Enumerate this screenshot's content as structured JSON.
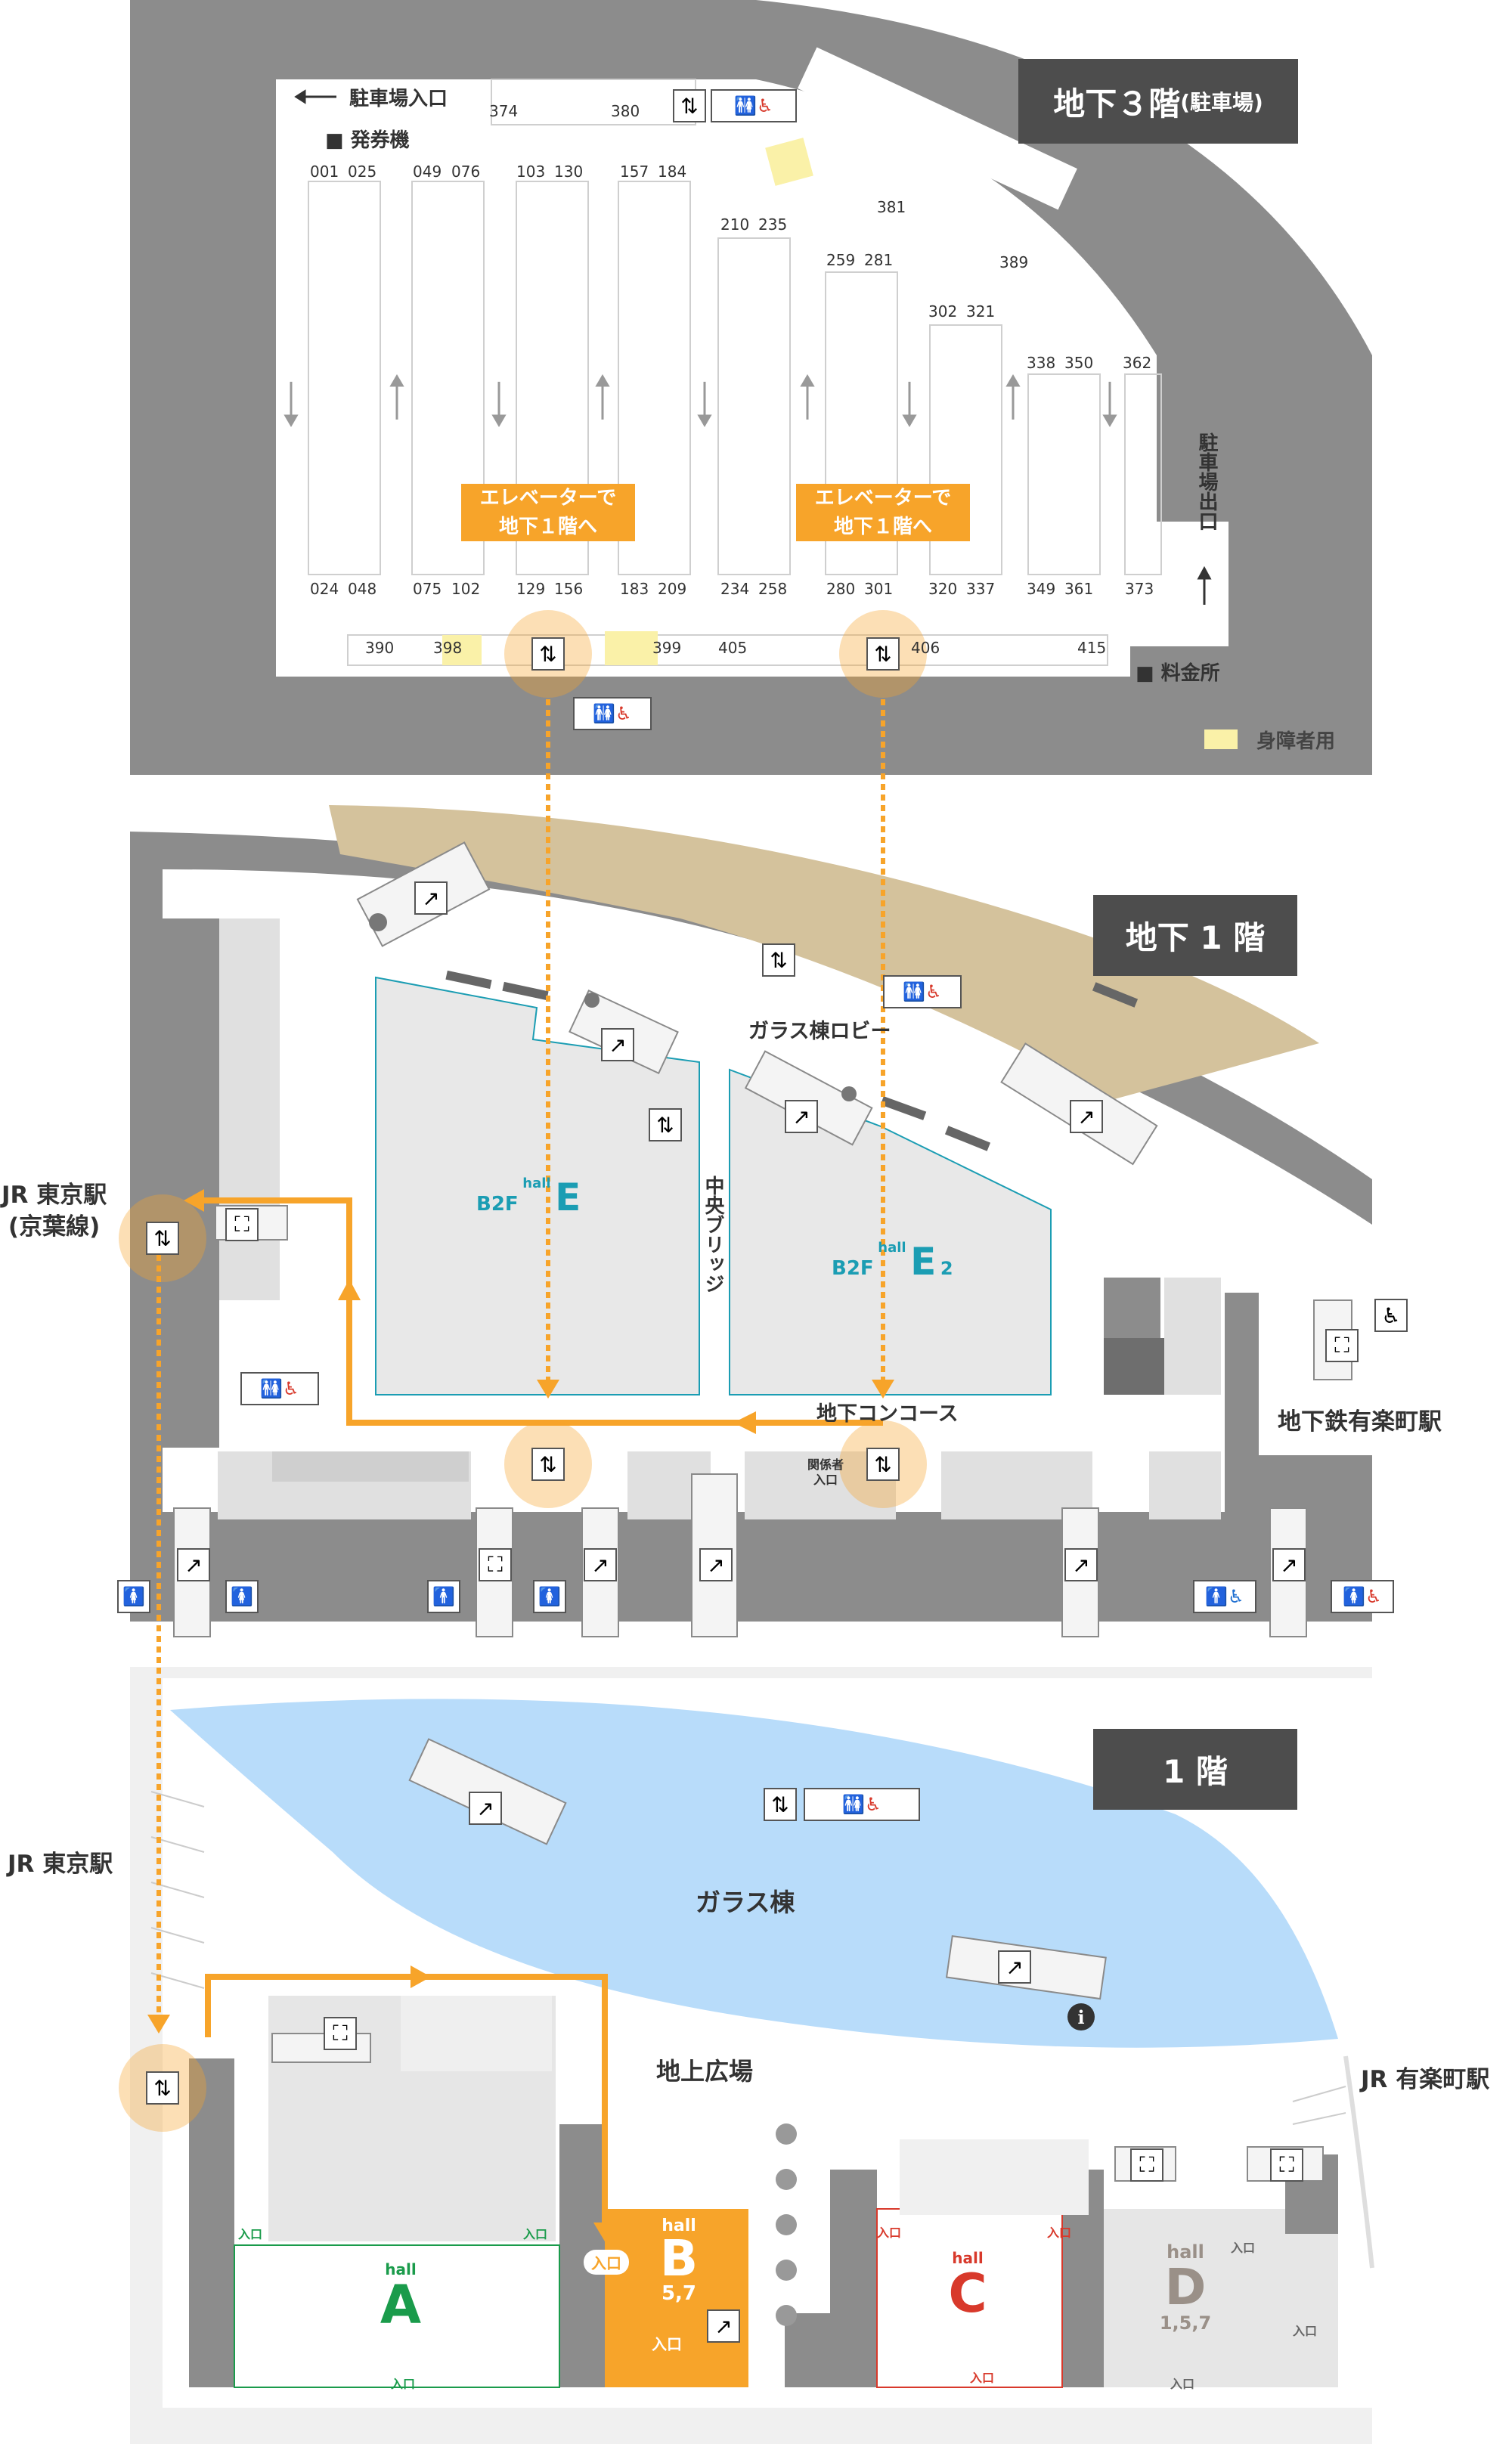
{
  "floors": {
    "b3": {
      "badge": "地下３階",
      "badge_sub": "(駐車場)",
      "parking_entrance": "駐車場入口",
      "ticket_machine": "発券機",
      "parking_exit": "駐車場出口",
      "toll": "料金所",
      "legend_disabled": "身障者用",
      "elevator_note": "エレベーターで\n地下１階へ",
      "stall_numbers_top": [
        "001",
        "025",
        "049",
        "076",
        "103",
        "130",
        "157",
        "184",
        "210",
        "235",
        "259",
        "281",
        "302",
        "321",
        "338",
        "350",
        "362",
        "374",
        "380",
        "381",
        "389"
      ],
      "stall_numbers_bottom": [
        "024",
        "048",
        "075",
        "102",
        "129",
        "156",
        "183",
        "209",
        "234",
        "258",
        "280",
        "301",
        "320",
        "337",
        "349",
        "361",
        "373"
      ],
      "stall_numbers_row": [
        "390",
        "398",
        "399",
        "405",
        "406",
        "415"
      ]
    },
    "b1": {
      "badge": "地下 1 階",
      "glass_lobby": "ガラス棟ロビー",
      "central_bridge": "中央ブリッジ",
      "concourse": "地下コンコース",
      "staff_entrance": "関係者\n入口",
      "jr_keiyo": "JR 東京駅\n(京葉線)",
      "subway_yurakucho": "地下鉄有楽町駅",
      "hall_e1_floor": "B2F",
      "hall_e1_name": "hall",
      "hall_e1_letter": "E",
      "hall_e2_floor": "B2F",
      "hall_e2_name": "hall",
      "hall_e2_letter": "E",
      "hall_e2_num": "2"
    },
    "f1": {
      "badge": "1 階",
      "glass_building": "ガラス棟",
      "ground_plaza": "地上広場",
      "jr_tokyo": "JR 東京駅",
      "jr_yurakucho": "JR 有楽町駅",
      "entrance": "入口",
      "halls": [
        {
          "name": "hall",
          "letter": "A",
          "nums": "",
          "color": "#1a9b4b"
        },
        {
          "name": "hall",
          "letter": "B",
          "nums": "5,7",
          "color": "#ffffff"
        },
        {
          "name": "hall",
          "letter": "C",
          "nums": "",
          "color": "#d8392b"
        },
        {
          "name": "hall",
          "letter": "D",
          "nums": "1,5,7",
          "color": "#9a9088"
        }
      ]
    }
  },
  "colors": {
    "route": "#f7a42a",
    "floor_gray": "#8c8c8c",
    "dark_gray": "#6e6e6e",
    "light_gray": "#e8e8e8",
    "water": "#b8dcfa",
    "tan": "#d4c29c",
    "hall_e_line": "#1b9db3",
    "hall_a": "#1a9b4b",
    "hall_c": "#d8392b",
    "hall_d": "#9a9088"
  },
  "icons": [
    "elevator-icon",
    "restroom-icon",
    "wheelchair-icon",
    "escalator-icon",
    "stairs-icon",
    "info-icon",
    "nursing-room-icon"
  ]
}
